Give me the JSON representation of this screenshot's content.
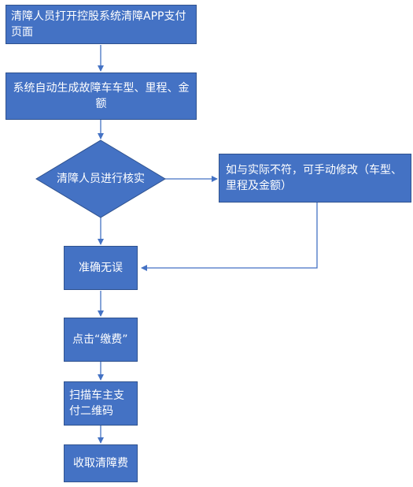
{
  "colors": {
    "fill": "#4472c4",
    "stroke": "#2f528f",
    "connector": "#4472c4",
    "text": "#ffffff"
  },
  "nodes": {
    "start": "清障人员打开控股系统清障APP支付页面",
    "auto_generate": "系统自动生成故障车车型、里程、金额",
    "verify": "清障人员进行核实",
    "manual_edit": "如与实际不符，可手动修改（车型、里程及金额）",
    "correct": "准确无误",
    "click_pay": "点击“缴费”",
    "scan_qr": "扫描车主支付二维码",
    "collect_fee": "收取清障费"
  }
}
